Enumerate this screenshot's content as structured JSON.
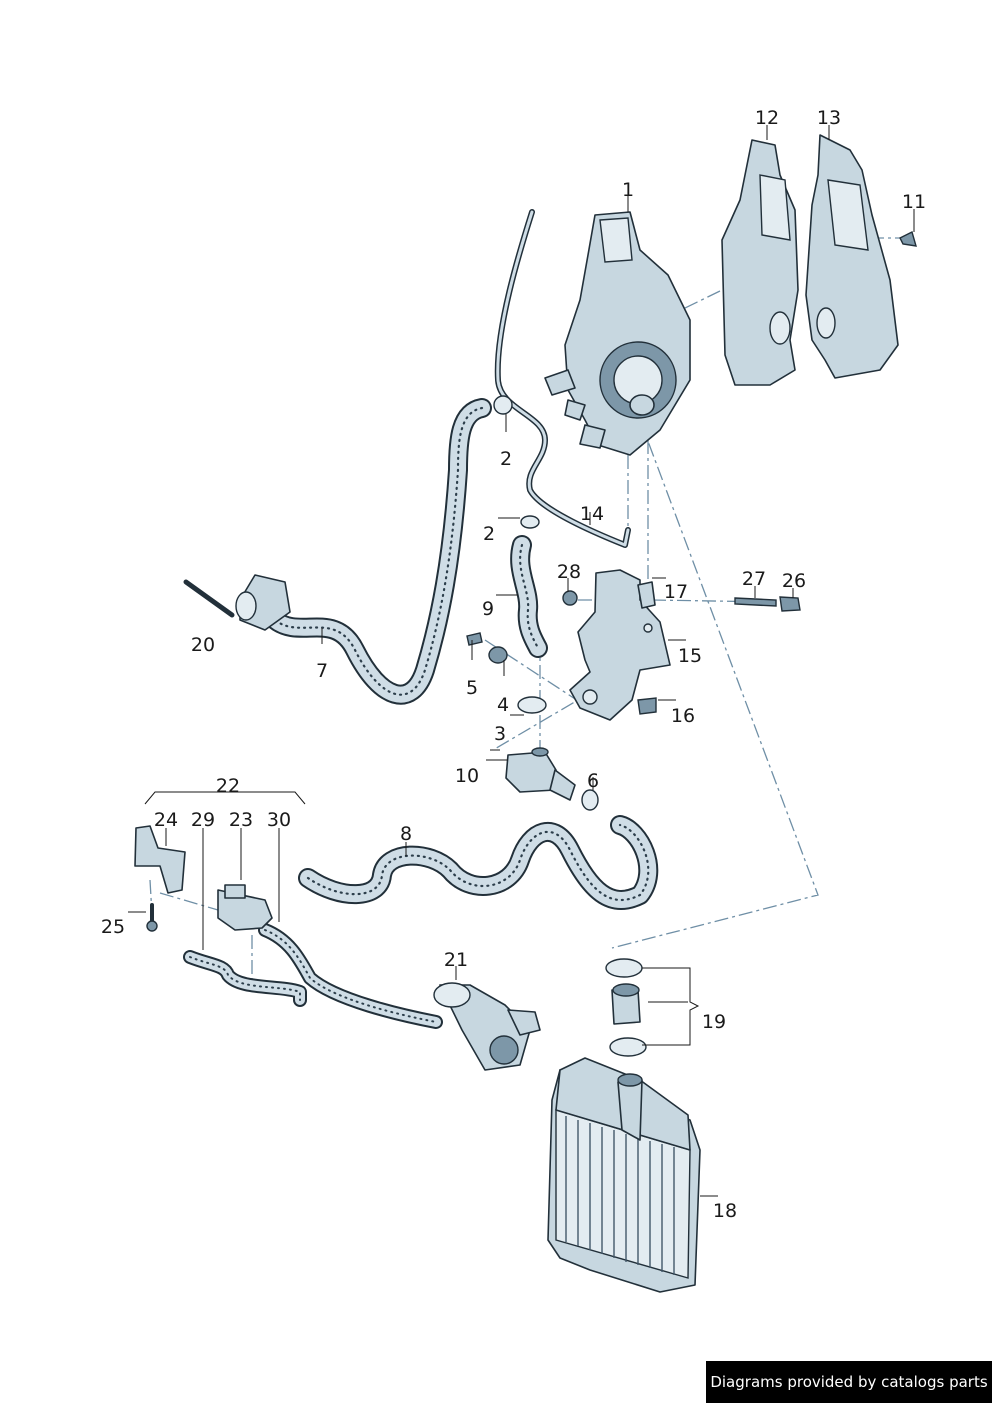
{
  "diagram": {
    "callouts": [
      {
        "id": "1",
        "text": "1"
      },
      {
        "id": "2a",
        "text": "2"
      },
      {
        "id": "2b",
        "text": "2"
      },
      {
        "id": "3",
        "text": "3"
      },
      {
        "id": "4",
        "text": "4"
      },
      {
        "id": "5",
        "text": "5"
      },
      {
        "id": "6",
        "text": "6"
      },
      {
        "id": "7",
        "text": "7"
      },
      {
        "id": "8",
        "text": "8"
      },
      {
        "id": "9",
        "text": "9"
      },
      {
        "id": "10",
        "text": "10"
      },
      {
        "id": "11",
        "text": "11"
      },
      {
        "id": "12",
        "text": "12"
      },
      {
        "id": "13",
        "text": "13"
      },
      {
        "id": "14",
        "text": "14"
      },
      {
        "id": "15",
        "text": "15"
      },
      {
        "id": "16",
        "text": "16"
      },
      {
        "id": "17",
        "text": "17"
      },
      {
        "id": "18",
        "text": "18"
      },
      {
        "id": "19",
        "text": "19"
      },
      {
        "id": "20",
        "text": "20"
      },
      {
        "id": "21",
        "text": "21"
      },
      {
        "id": "22",
        "text": "22"
      },
      {
        "id": "23",
        "text": "23"
      },
      {
        "id": "24",
        "text": "24"
      },
      {
        "id": "25",
        "text": "25"
      },
      {
        "id": "26",
        "text": "26"
      },
      {
        "id": "27",
        "text": "27"
      },
      {
        "id": "28",
        "text": "28"
      },
      {
        "id": "29",
        "text": "29"
      },
      {
        "id": "30",
        "text": "30"
      }
    ]
  },
  "watermark": {
    "text": "Diagrams provided by catalogs parts"
  }
}
